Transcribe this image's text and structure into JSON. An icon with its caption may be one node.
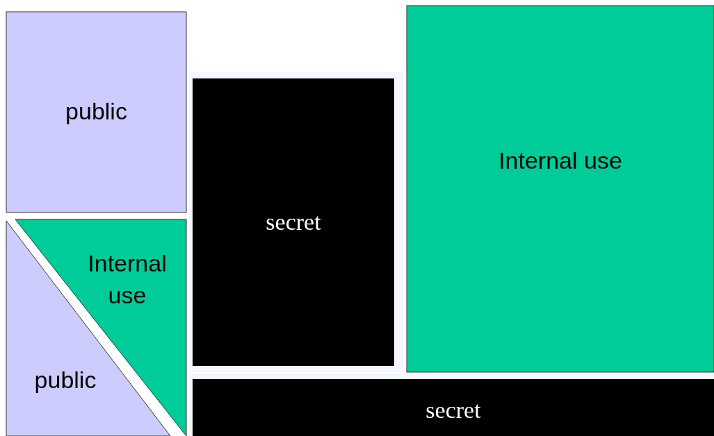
{
  "diagram": {
    "nodes": [
      {
        "text": [
          "public"
        ]
      },
      {
        "text": [
          "Internal use"
        ]
      },
      {
        "text": [
          "public"
        ]
      },
      {
        "text": [
          "secret"
        ]
      },
      {
        "text": [
          "Internal use"
        ]
      },
      {
        "text": [
          "secret"
        ]
      }
    ]
  }
}
